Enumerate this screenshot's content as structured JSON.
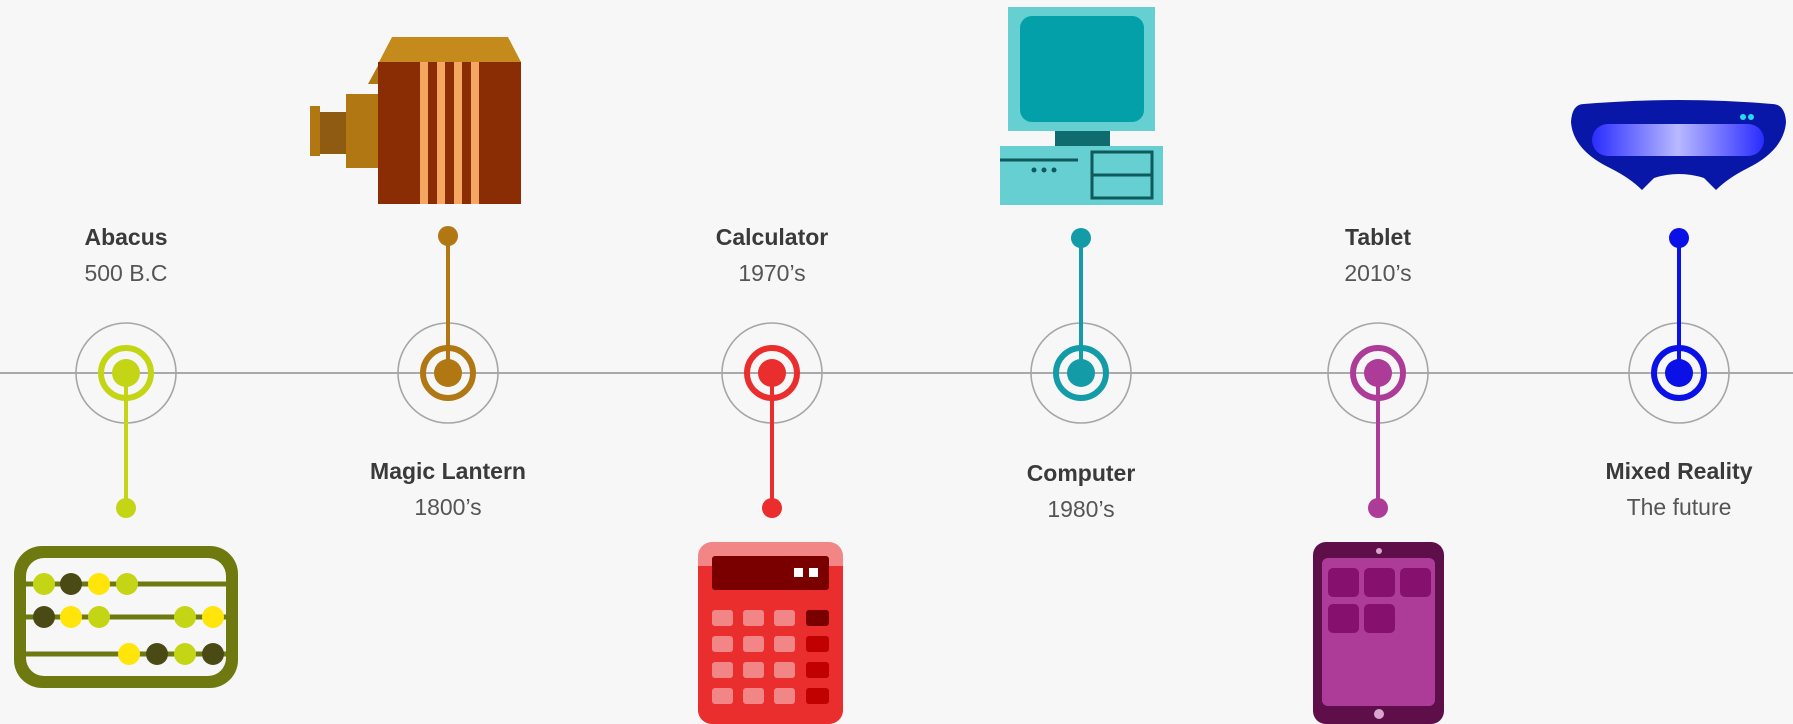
{
  "timeline": {
    "milestones": [
      {
        "id": "abacus",
        "title": "Abacus",
        "date": "500 B.C",
        "color": "#c3d514",
        "icon": "abacus-icon"
      },
      {
        "id": "lantern",
        "title": "Magic Lantern",
        "date": "1800’s",
        "color": "#b07713",
        "icon": "magic-lantern-icon"
      },
      {
        "id": "calc",
        "title": "Calculator",
        "date": "1970’s",
        "color": "#ea2d2d",
        "icon": "calculator-icon"
      },
      {
        "id": "computer",
        "title": "Computer",
        "date": "1980’s",
        "color": "#139ca7",
        "icon": "computer-icon"
      },
      {
        "id": "tablet",
        "title": "Tablet",
        "date": "2010’s",
        "color": "#ad3c98",
        "icon": "tablet-icon"
      },
      {
        "id": "mixed",
        "title": "Mixed Reality",
        "date": "The future",
        "color": "#0a10e6",
        "icon": "mixed-reality-headset-icon"
      }
    ]
  }
}
